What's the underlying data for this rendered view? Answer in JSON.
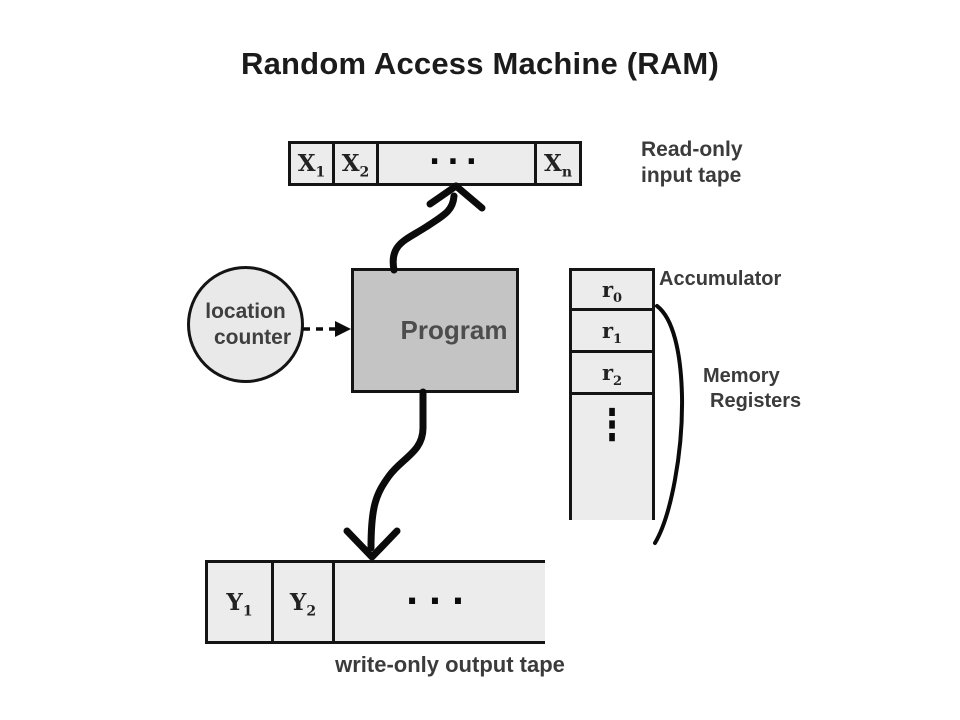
{
  "title": "Random Access Machine (RAM)",
  "input_tape": {
    "label_line1": "Read-only",
    "label_line2": "input tape",
    "cells": [
      {
        "base": "X",
        "sub": "1"
      },
      {
        "base": "X",
        "sub": "2"
      },
      {
        "base": "...",
        "sub": ""
      },
      {
        "base": "X",
        "sub": "n"
      }
    ]
  },
  "location_counter": {
    "line1": "location",
    "line2": "counter"
  },
  "program": {
    "label": "Program"
  },
  "registers": {
    "accumulator_label": "Accumulator",
    "memory_label_line1": "Memory",
    "memory_label_line2": "Registers",
    "cells": [
      {
        "base": "r",
        "sub": "0"
      },
      {
        "base": "r",
        "sub": "1"
      },
      {
        "base": "r",
        "sub": "2"
      }
    ],
    "ellipsis": "⋮"
  },
  "output_tape": {
    "label": "write-only output tape",
    "cells": [
      {
        "base": "Y",
        "sub": "1"
      },
      {
        "base": "Y",
        "sub": "2"
      },
      {
        "base": "...",
        "sub": ""
      }
    ]
  },
  "colors": {
    "background": "#ffffff",
    "tape_fill": "#ececec",
    "program_fill": "#c4c4c4",
    "circle_fill": "#e9e9e9",
    "outline": "#141414",
    "arrow": "#0b0b0b",
    "label_text": "#3b3b3b",
    "title_text": "#1b1b1b"
  }
}
